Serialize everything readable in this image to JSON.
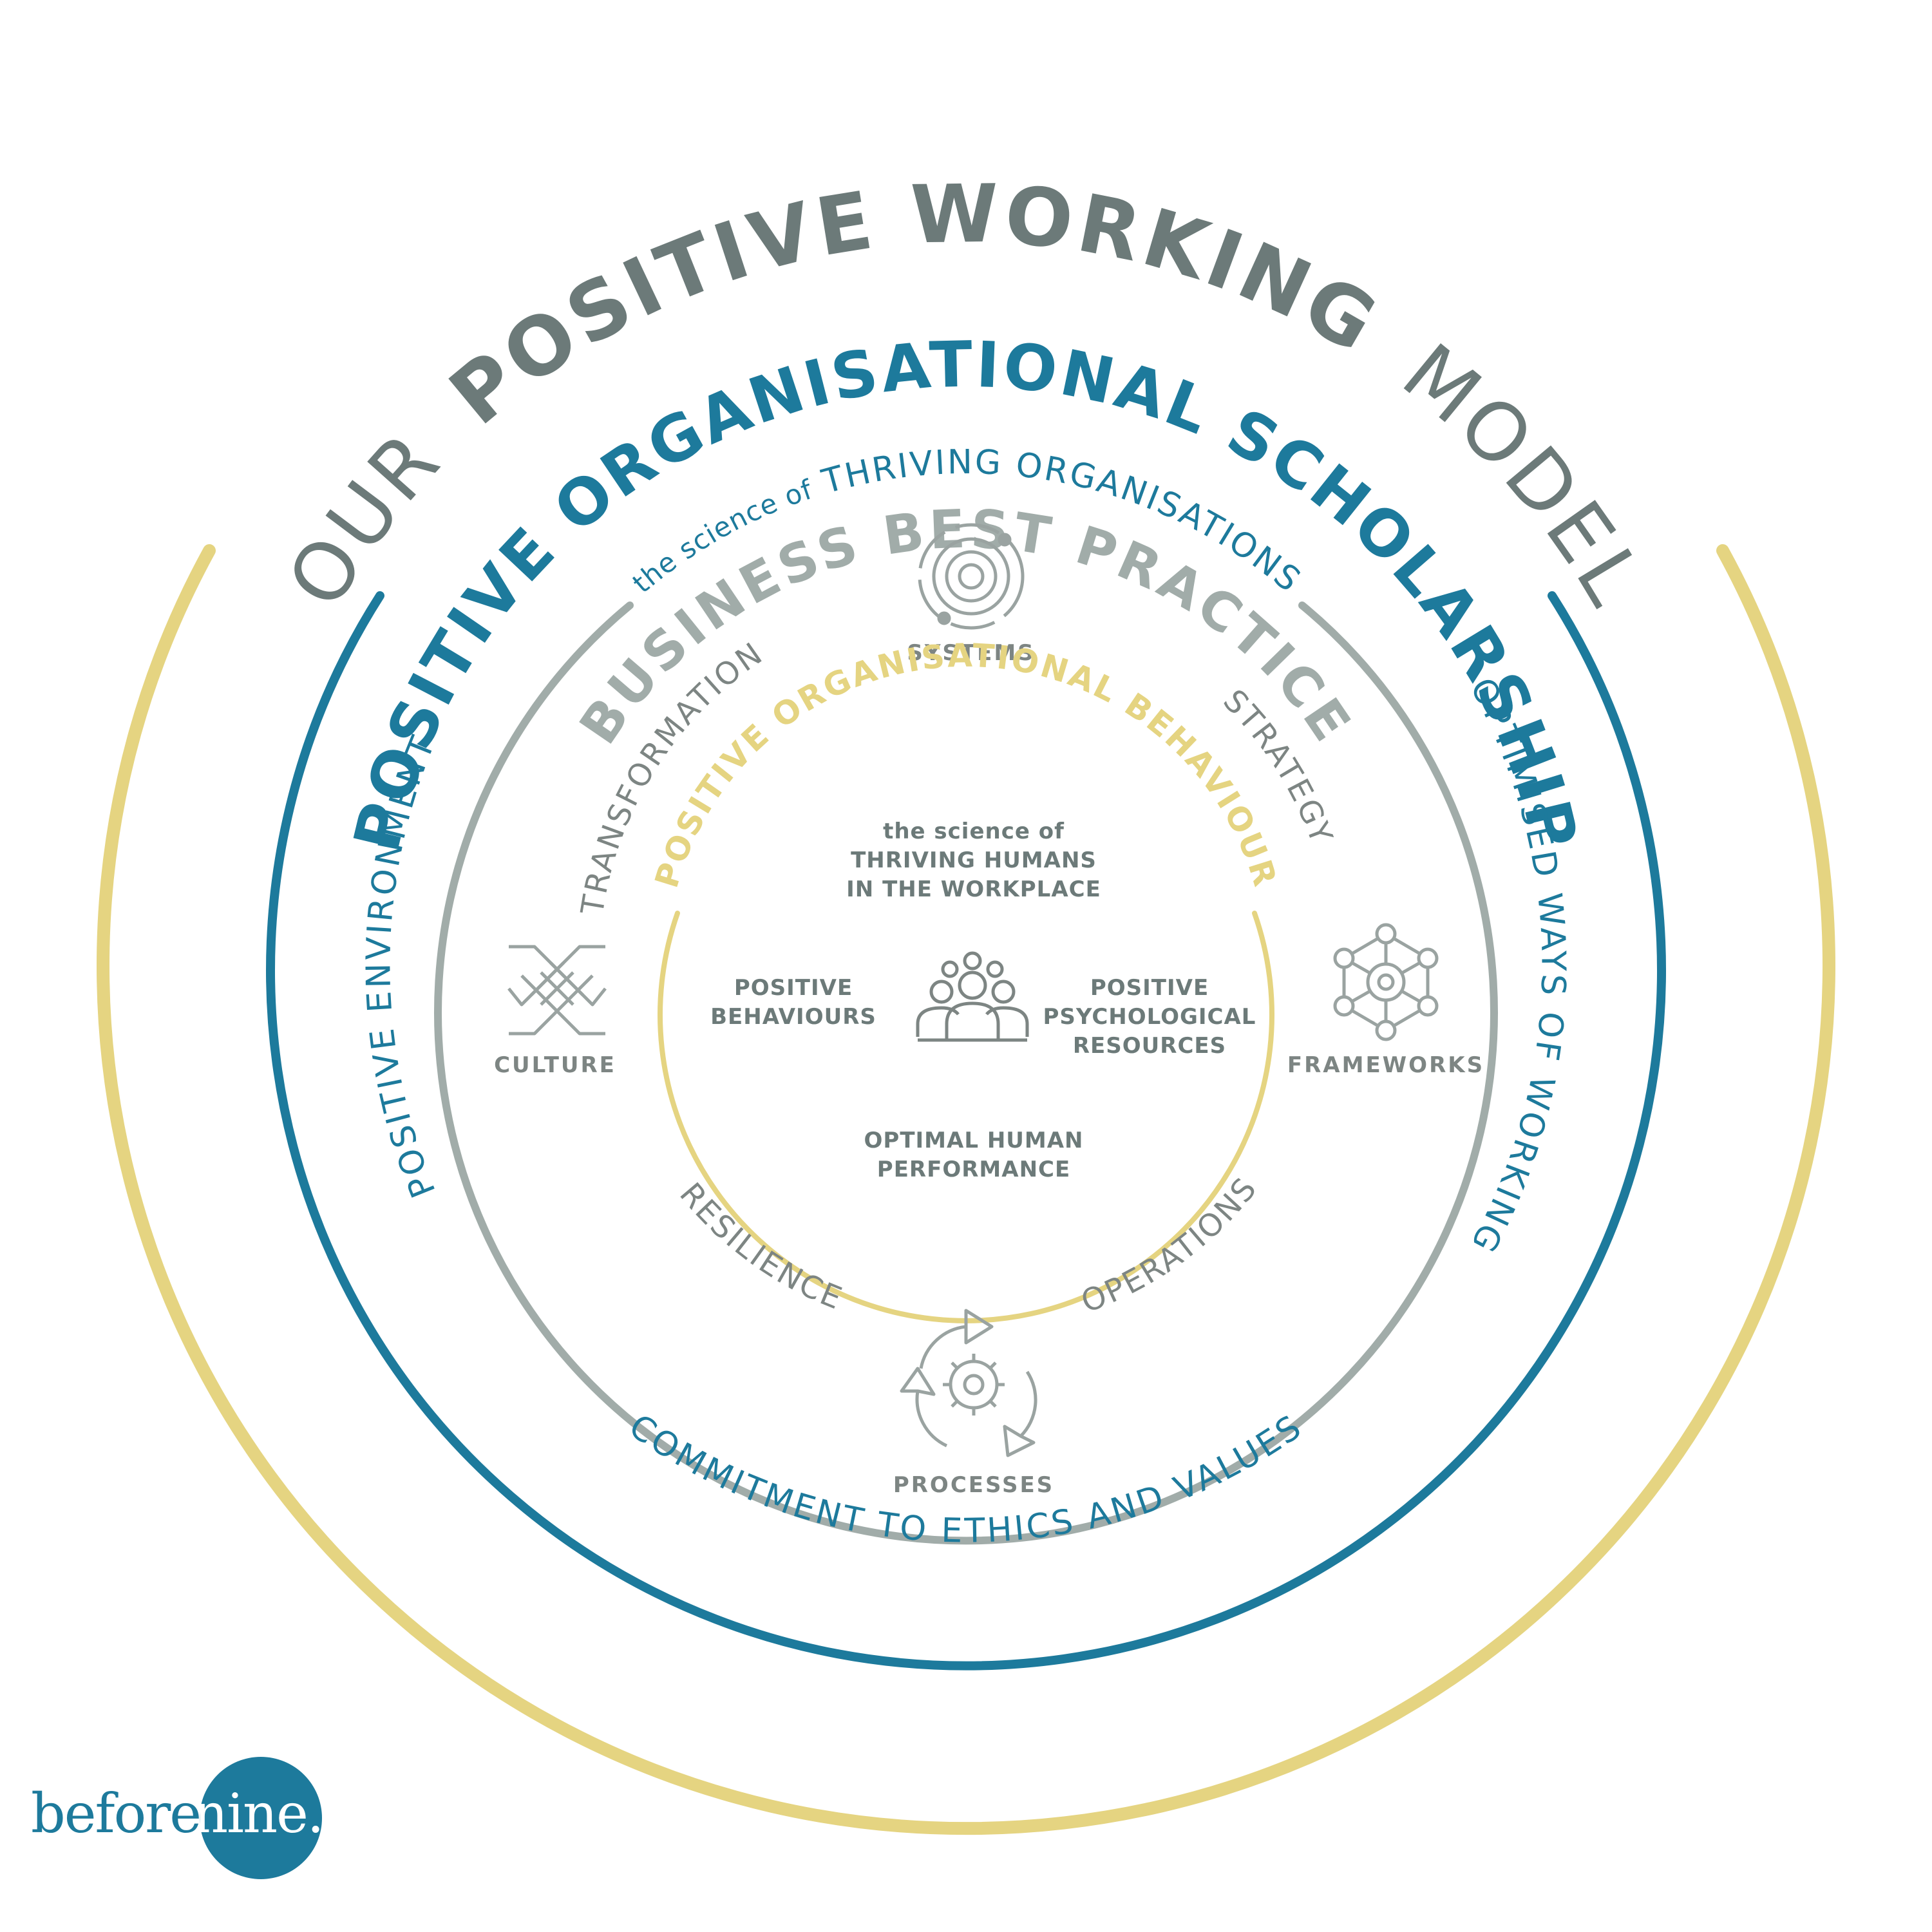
{
  "title": {
    "our": "OUR",
    "positive_working": "POSITIVE WORKING",
    "model": "MODEL"
  },
  "outer_ring": {
    "label": "POSITIVE ORGANISATIONAL SCHOLARSHIP",
    "sublabel_prefix": "the science of",
    "sublabel_main": "THRIVING ORGANISATIONS",
    "left": "POSITIVE ENVIRONMENT",
    "right": "OPTIMISED WAYS OF WORKING",
    "bottom": "COMMITMENT TO ETHICS AND VALUES"
  },
  "middle_ring": {
    "label": "BUSINESS BEST PRACTICE",
    "transformation": "TRANSFORMATION",
    "strategy": "STRATEGY",
    "resilience": "RESILIENCE",
    "operations": "OPERATIONS",
    "systems": {
      "label": "SYSTEMS",
      "icon": "orbit-icon"
    },
    "culture": {
      "label": "CULTURE",
      "icon": "handshake-icon"
    },
    "frameworks": {
      "label": "FRAMEWORKS",
      "icon": "network-gear-icon"
    },
    "processes": {
      "label": "PROCESSES",
      "icon": "cycle-gear-icon"
    }
  },
  "inner_ring": {
    "label": "POSITIVE ORGANISATIONAL BEHAVIOUR",
    "science_line1": "the science of",
    "science_line2": "THRIVING HUMANS",
    "science_line3": "IN THE WORKPLACE",
    "left_line1": "POSITIVE",
    "left_line2": "BEHAVIOURS",
    "right_line1": "POSITIVE",
    "right_line2": "PSYCHOLOGICAL",
    "right_line3": "RESOURCES",
    "bottom_line1": "OPTIMAL HUMAN",
    "bottom_line2": "PERFORMANCE",
    "center_icon": "people-group-icon"
  },
  "logo": {
    "before": "before",
    "nine": "nine."
  },
  "colors": {
    "title_gray": "#6c7a79",
    "teal": "#1d7a9c",
    "gold": "#e5d481",
    "gray_ring": "#a1aca9",
    "text_gray": "#7d8583",
    "icon_gray": "#9aa3a1"
  }
}
